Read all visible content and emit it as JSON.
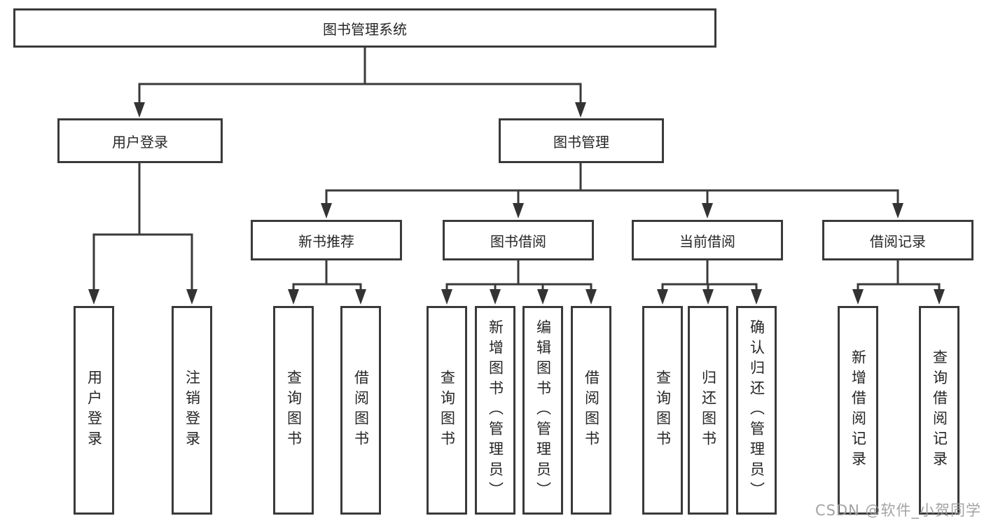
{
  "diagram": {
    "type": "tree",
    "root": {
      "label": "图书管理系统"
    },
    "branches": [
      {
        "label": "用户登录",
        "children": [
          {
            "label": "用户登录"
          },
          {
            "label": "注销登录"
          }
        ]
      },
      {
        "label": "图书管理",
        "children": [
          {
            "label": "新书推荐",
            "children": [
              {
                "label": "查询图书"
              },
              {
                "label": "借阅图书"
              }
            ]
          },
          {
            "label": "图书借阅",
            "children": [
              {
                "label": "查询图书"
              },
              {
                "label": "新增图书（管理员）"
              },
              {
                "label": "编辑图书（管理员）"
              },
              {
                "label": "借阅图书"
              }
            ]
          },
          {
            "label": "当前借阅",
            "children": [
              {
                "label": "查询图书"
              },
              {
                "label": "归还图书"
              },
              {
                "label": "确认归还（管理员）"
              }
            ]
          },
          {
            "label": "借阅记录",
            "children": [
              {
                "label": "新增借阅记录"
              },
              {
                "label": "查询借阅记录"
              }
            ]
          }
        ]
      }
    ],
    "colors": {
      "line": "#3a3a3a",
      "box_border": "#3a3a3a",
      "text": "#262626",
      "background": "#ffffff"
    }
  },
  "watermark": {
    "text": "CSDN @软件_小贺同学",
    "color": "#9c9c9c"
  }
}
